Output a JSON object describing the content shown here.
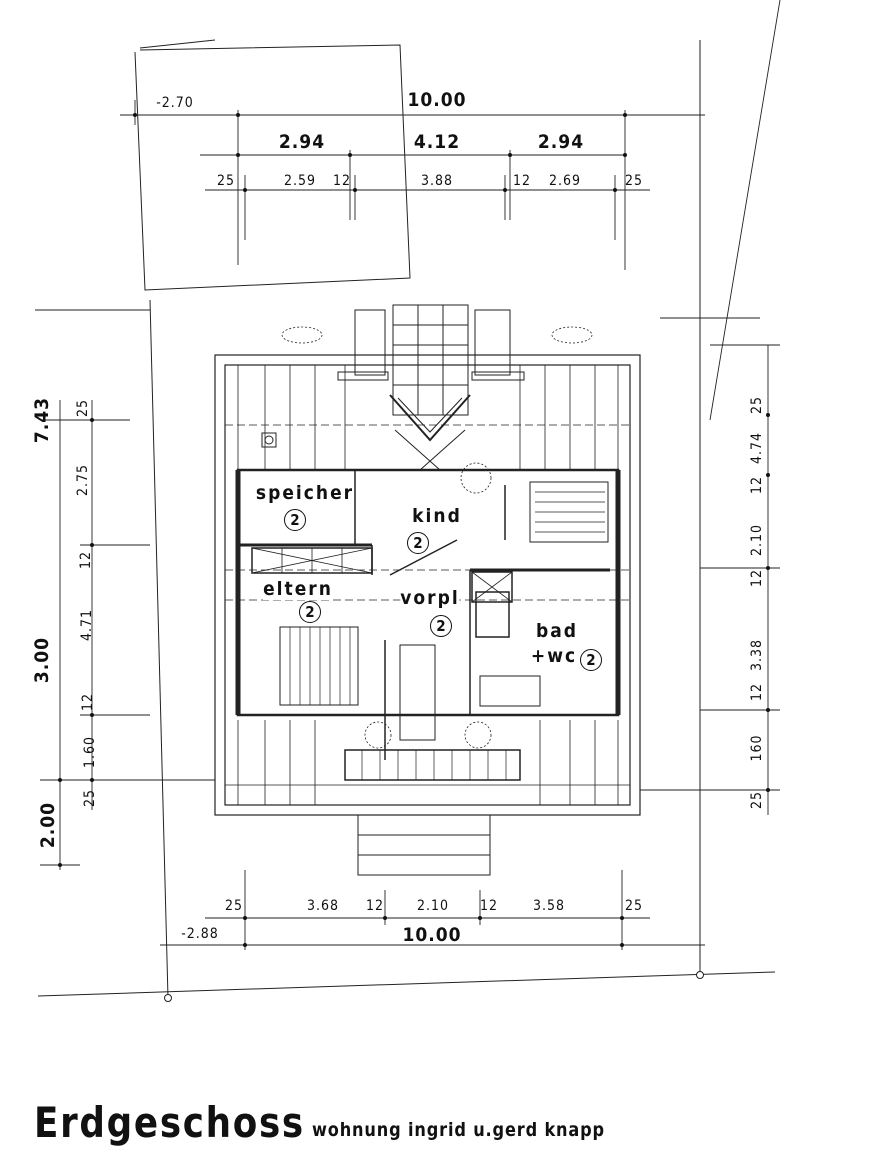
{
  "title": "Erdgeschoss",
  "subtitle": "wohnung  ingrid u.gerd knapp",
  "dimensions": {
    "top": {
      "offset": "-2.70",
      "total": "10.00",
      "major": [
        "2.94",
        "4.12",
        "2.94"
      ],
      "minor": [
        "25",
        "2.59",
        "12",
        "3.88",
        "12",
        "2.69",
        "25"
      ]
    },
    "bottom": {
      "offset": "-2.88",
      "total": "10.00",
      "minor": [
        "25",
        "3.68",
        "12",
        "2.10",
        "12",
        "3.58",
        "25"
      ]
    },
    "left": {
      "major": [
        "7.43",
        "3.00",
        "2.00"
      ],
      "minor": [
        "25",
        "2.75",
        "12",
        "4.71",
        "12",
        "1.60",
        "25"
      ]
    },
    "right": {
      "minor": [
        "25",
        "4.74",
        "12",
        "2.10",
        "12",
        "3.38",
        "12",
        "160",
        "25"
      ]
    }
  },
  "rooms": [
    {
      "name": "speicher",
      "number": "2"
    },
    {
      "name": "kind",
      "number": "2"
    },
    {
      "name": "eltern",
      "number": "2"
    },
    {
      "name": "vorpl",
      "number": "2"
    },
    {
      "name": "bad",
      "name2": "+wc",
      "number": "2"
    }
  ]
}
